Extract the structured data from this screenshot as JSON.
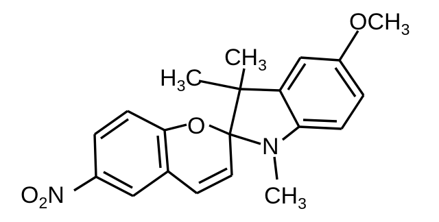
{
  "diagram": {
    "type": "chemical-structure",
    "atoms": {
      "och3": {
        "main": "OCH",
        "sub": "3"
      },
      "ch3_top": {
        "main": "CH",
        "sub": "3"
      },
      "h3c_left": {
        "pre": "H",
        "sub": "3",
        "post": "C"
      },
      "ring_o": {
        "main": "O"
      },
      "ring_n": {
        "main": "N"
      },
      "n_ch3": {
        "main": "CH",
        "sub": "3"
      },
      "no2": {
        "pre": "O",
        "sub": "2",
        "post": "N"
      }
    },
    "colors": {
      "bond": "#000000",
      "text": "#000000",
      "background": "#ffffff"
    }
  }
}
